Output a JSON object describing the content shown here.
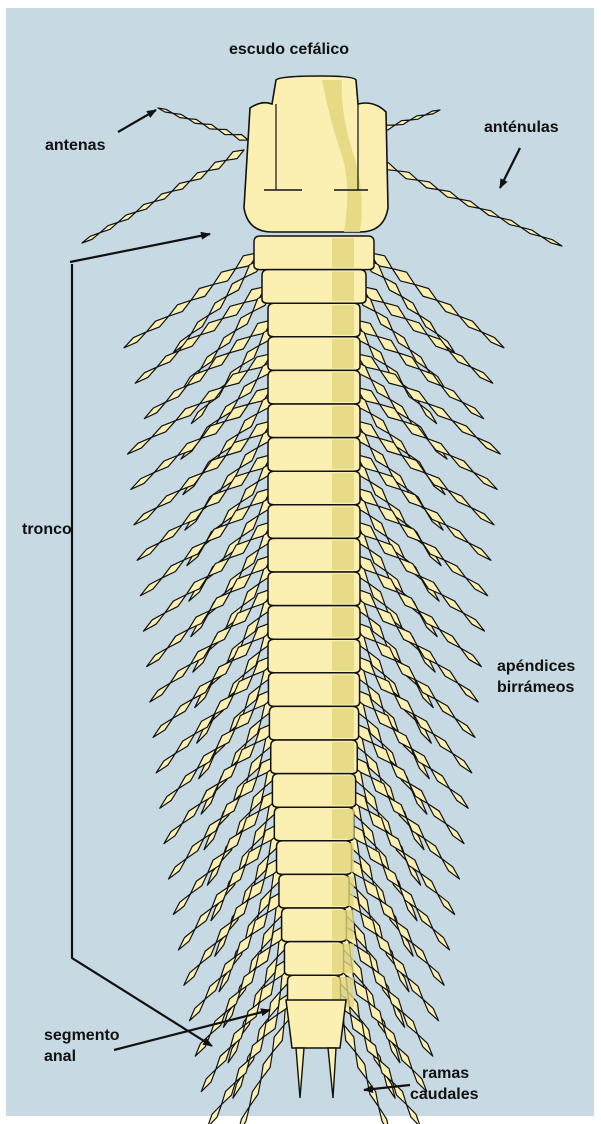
{
  "labels": {
    "head_shield": "escudo cefálico",
    "antennae": "antenas",
    "antennules": "anténulas",
    "trunk": "tronco",
    "biramous_appendages_1": "apéndices",
    "biramous_appendages_2": "birrámeos",
    "anal_segment_1": "segmento",
    "anal_segment_2": "anal",
    "caudal_rami_1": "ramas",
    "caudal_rami_2": "caudales"
  },
  "colors": {
    "background_panel": "#c7d9e2",
    "body_fill": "#fbf0b2",
    "body_shade": "#e2d67c",
    "outline": "#111111"
  }
}
